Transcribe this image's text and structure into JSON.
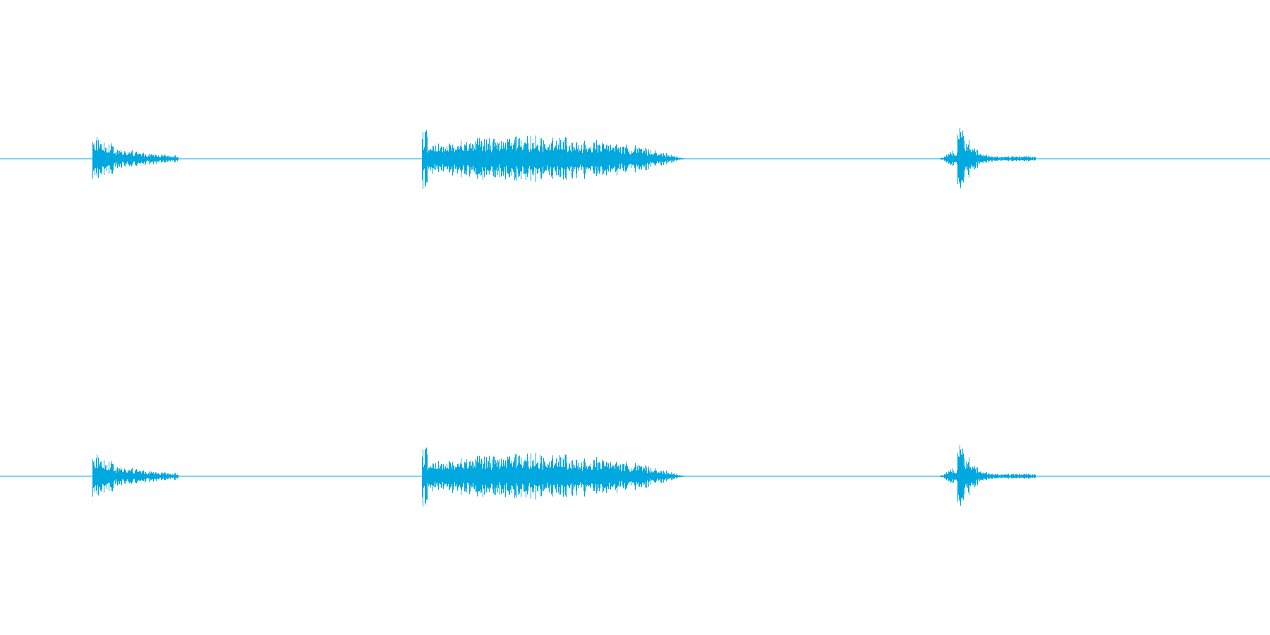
{
  "waveform": {
    "channels": [
      {
        "name": "",
        "color": "#00a8e0",
        "clips": [
          {
            "start": 0.073,
            "end": 0.14,
            "peak": 0.17,
            "sustain": 0.08,
            "decay": 0.55,
            "shape": "burst"
          },
          {
            "start": 0.332,
            "end": 0.538,
            "peak": 0.21,
            "sustain": 0.1,
            "decay": 0.35,
            "shape": "swell"
          },
          {
            "start": 0.74,
            "end": 0.815,
            "peak": 0.36,
            "sustain": 0.05,
            "decay": 0.8,
            "shape": "spike"
          }
        ]
      },
      {
        "name": "",
        "color": "#00a8e0",
        "clips": [
          {
            "start": 0.073,
            "end": 0.14,
            "peak": 0.17,
            "sustain": 0.08,
            "decay": 0.55,
            "shape": "burst"
          },
          {
            "start": 0.332,
            "end": 0.538,
            "peak": 0.21,
            "sustain": 0.1,
            "decay": 0.35,
            "shape": "swell"
          },
          {
            "start": 0.74,
            "end": 0.815,
            "peak": 0.36,
            "sustain": 0.05,
            "decay": 0.8,
            "shape": "spike"
          }
        ]
      }
    ]
  }
}
